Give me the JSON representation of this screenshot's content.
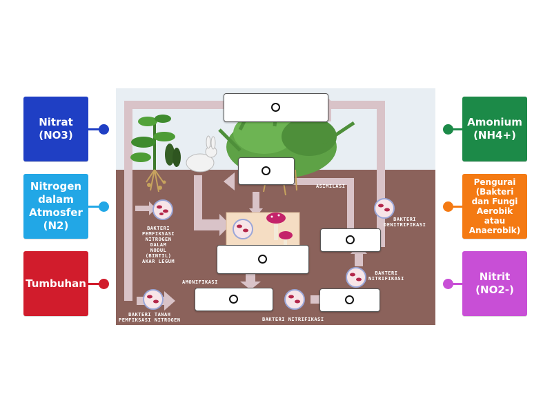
{
  "left_labels": [
    {
      "text": "Nitrat\n(NO3)",
      "color": "#1f3fc4"
    },
    {
      "text": "Nitrogen\ndalam\nAtmosfer\n(N2)",
      "color": "#22a7e6"
    },
    {
      "text": "Tumbuhan",
      "color": "#d11c2c"
    }
  ],
  "right_labels": [
    {
      "text": "Amonium\n(NH4+)",
      "color": "#1c8a48"
    },
    {
      "text": "Pengurai\n(Bakteri\ndan Fungi\nAerobik atau\nAnaerobik)",
      "color": "#f47a13"
    },
    {
      "text": "Nitrit\n(NO2-)",
      "color": "#c84fd6"
    }
  ],
  "diagram": {
    "labels": {
      "asimilasi": "ASIMILASI",
      "bakteri_denitrifikasi": "BAKTERI\nDENITRIFIKASI",
      "bakteri_pemfiksasi_nodul": "BAKTERI\nPEMFIKSASI\nNITROGEN\nDALAM\nNODUL\n(BINTIL)\nAKAR LEGUM",
      "bakteri_nitrifikasi_right": "BAKTERI\nNITRIFIKASI",
      "amonifikasi": "AMONIFIKASI",
      "bakteri_tanah": "BAKTERI TANAH\nPEMFIKSASI NITROGEN",
      "bakteri_nitrifikasi_bottom": "BAKTERI NITRIFIKASI"
    },
    "colors": {
      "sky": "#e8eef3",
      "soil": "#8b625b",
      "arrow": "#d9c3c8"
    }
  }
}
